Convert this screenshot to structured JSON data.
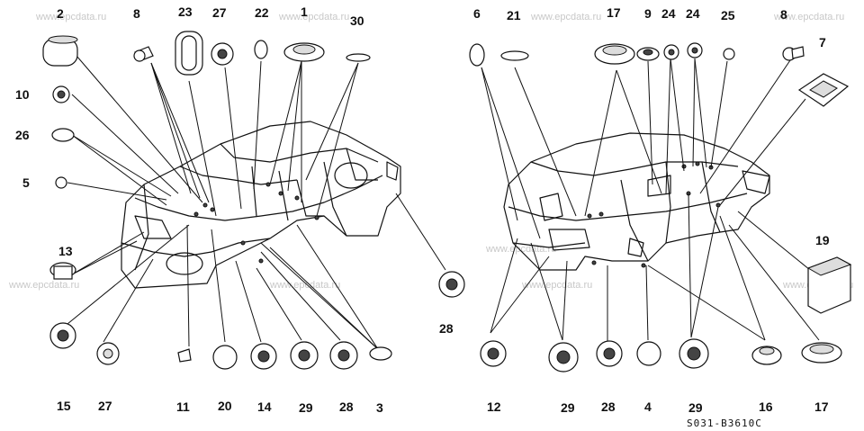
{
  "diagram": {
    "code": "S031-B3610C",
    "watermark": "www.epcdata.ru",
    "left_labels": {
      "l2": "2",
      "l8": "8",
      "l23": "23",
      "l27": "27",
      "l22": "22",
      "l1": "1",
      "l30": "30",
      "l10": "10",
      "l26": "26",
      "l5": "5",
      "l13": "13",
      "l15": "15",
      "b27": "27",
      "b11": "11",
      "b20": "20",
      "b14": "14",
      "b29": "29",
      "b28": "28",
      "b3": "3",
      "r28": "28"
    },
    "right_labels": {
      "t6": "6",
      "t21": "21",
      "t17": "17",
      "t9": "9",
      "t24a": "24",
      "t24b": "24",
      "t25": "25",
      "t8": "8",
      "t7": "7",
      "r19": "19",
      "b12": "12",
      "b29a": "29",
      "b28": "28",
      "b4": "4",
      "b29b": "29",
      "b16": "16",
      "b17": "17"
    }
  }
}
